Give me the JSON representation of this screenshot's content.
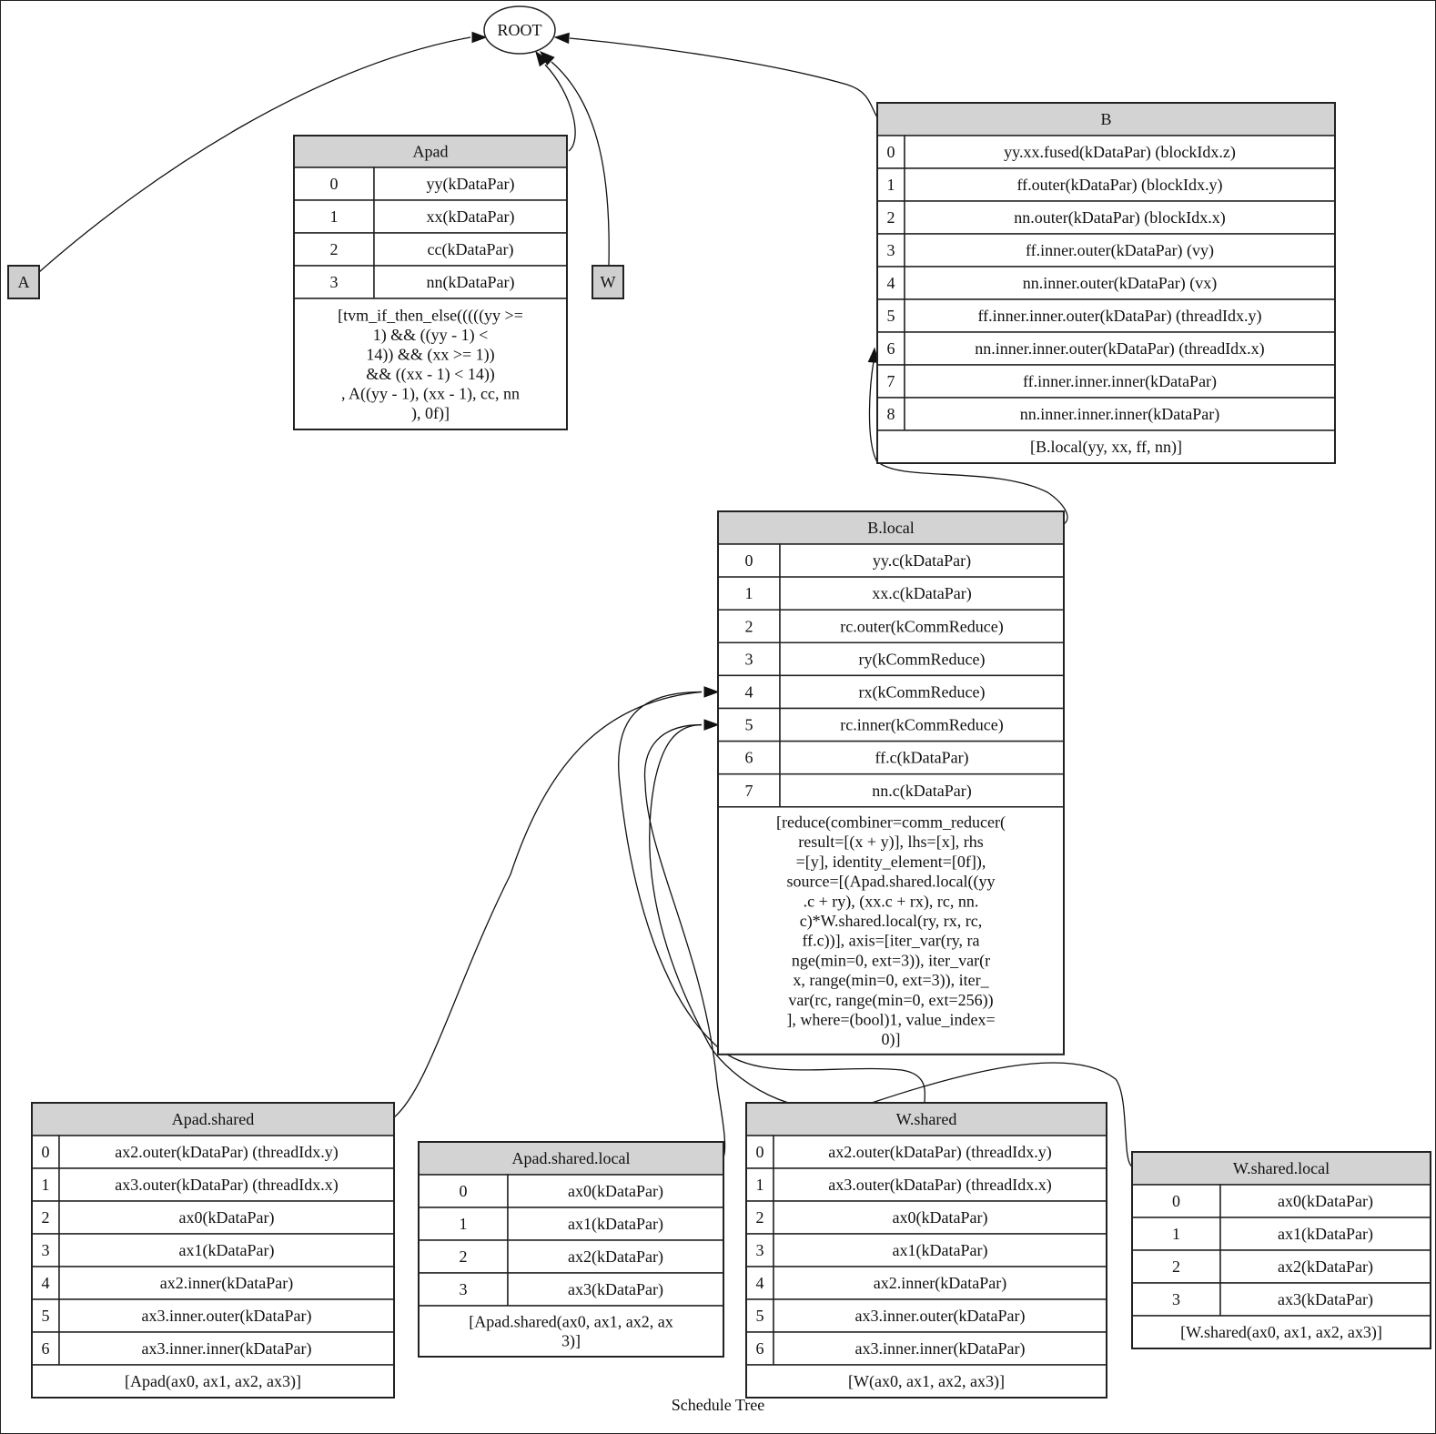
{
  "graph": {
    "caption": "Schedule Tree",
    "root_label": "ROOT",
    "leaves": [
      {
        "id": "A",
        "label": "A"
      },
      {
        "id": "W",
        "label": "W"
      }
    ],
    "stages": [
      {
        "id": "Apad",
        "title": "Apad",
        "rows": [
          {
            "idx": "0",
            "axis": "yy(kDataPar)"
          },
          {
            "idx": "1",
            "axis": "xx(kDataPar)"
          },
          {
            "idx": "2",
            "axis": "cc(kDataPar)"
          },
          {
            "idx": "3",
            "axis": "nn(kDataPar)"
          }
        ],
        "body": [
          "[tvm_if_then_else(((((yy >=",
          "1) && ((yy - 1) <",
          "14)) && (xx >= 1))",
          "&& ((xx - 1) < 14))",
          ", A((yy - 1), (xx - 1), cc, nn",
          "), 0f)]"
        ]
      },
      {
        "id": "B",
        "title": "B",
        "rows": [
          {
            "idx": "0",
            "axis": "yy.xx.fused(kDataPar) (blockIdx.z)"
          },
          {
            "idx": "1",
            "axis": "ff.outer(kDataPar) (blockIdx.y)"
          },
          {
            "idx": "2",
            "axis": "nn.outer(kDataPar) (blockIdx.x)"
          },
          {
            "idx": "3",
            "axis": "ff.inner.outer(kDataPar) (vy)"
          },
          {
            "idx": "4",
            "axis": "nn.inner.outer(kDataPar) (vx)"
          },
          {
            "idx": "5",
            "axis": "ff.inner.inner.outer(kDataPar) (threadIdx.y)"
          },
          {
            "idx": "6",
            "axis": "nn.inner.inner.outer(kDataPar) (threadIdx.x)"
          },
          {
            "idx": "7",
            "axis": "ff.inner.inner.inner(kDataPar)"
          },
          {
            "idx": "8",
            "axis": "nn.inner.inner.inner(kDataPar)"
          }
        ],
        "body": [
          "[B.local(yy, xx, ff, nn)]"
        ]
      },
      {
        "id": "Blocal",
        "title": "B.local",
        "rows": [
          {
            "idx": "0",
            "axis": "yy.c(kDataPar)"
          },
          {
            "idx": "1",
            "axis": "xx.c(kDataPar)"
          },
          {
            "idx": "2",
            "axis": "rc.outer(kCommReduce)"
          },
          {
            "idx": "3",
            "axis": "ry(kCommReduce)"
          },
          {
            "idx": "4",
            "axis": "rx(kCommReduce)"
          },
          {
            "idx": "5",
            "axis": "rc.inner(kCommReduce)"
          },
          {
            "idx": "6",
            "axis": "ff.c(kDataPar)"
          },
          {
            "idx": "7",
            "axis": "nn.c(kDataPar)"
          }
        ],
        "body": [
          "[reduce(combiner=comm_reducer(",
          "result=[(x + y)], lhs=[x], rhs",
          "=[y], identity_element=[0f]),",
          "source=[(Apad.shared.local((yy",
          ".c + ry), (xx.c + rx), rc, nn.",
          "c)*W.shared.local(ry, rx, rc,",
          "ff.c))], axis=[iter_var(ry, ra",
          "nge(min=0, ext=3)), iter_var(r",
          "x, range(min=0, ext=3)), iter_",
          "var(rc, range(min=0, ext=256))",
          "], where=(bool)1, value_index=",
          "0)]"
        ]
      },
      {
        "id": "Apadshared",
        "title": "Apad.shared",
        "rows": [
          {
            "idx": "0",
            "axis": "ax2.outer(kDataPar) (threadIdx.y)"
          },
          {
            "idx": "1",
            "axis": "ax3.outer(kDataPar) (threadIdx.x)"
          },
          {
            "idx": "2",
            "axis": "ax0(kDataPar)"
          },
          {
            "idx": "3",
            "axis": "ax1(kDataPar)"
          },
          {
            "idx": "4",
            "axis": "ax2.inner(kDataPar)"
          },
          {
            "idx": "5",
            "axis": "ax3.inner.outer(kDataPar)"
          },
          {
            "idx": "6",
            "axis": "ax3.inner.inner(kDataPar)"
          }
        ],
        "body": [
          "[Apad(ax0, ax1, ax2, ax3)]"
        ]
      },
      {
        "id": "Apadsharedlocal",
        "title": "Apad.shared.local",
        "rows": [
          {
            "idx": "0",
            "axis": "ax0(kDataPar)"
          },
          {
            "idx": "1",
            "axis": "ax1(kDataPar)"
          },
          {
            "idx": "2",
            "axis": "ax2(kDataPar)"
          },
          {
            "idx": "3",
            "axis": "ax3(kDataPar)"
          }
        ],
        "body": [
          "[Apad.shared(ax0, ax1, ax2, ax",
          "3)]"
        ]
      },
      {
        "id": "Wshared",
        "title": "W.shared",
        "rows": [
          {
            "idx": "0",
            "axis": "ax2.outer(kDataPar) (threadIdx.y)"
          },
          {
            "idx": "1",
            "axis": "ax3.outer(kDataPar) (threadIdx.x)"
          },
          {
            "idx": "2",
            "axis": "ax0(kDataPar)"
          },
          {
            "idx": "3",
            "axis": "ax1(kDataPar)"
          },
          {
            "idx": "4",
            "axis": "ax2.inner(kDataPar)"
          },
          {
            "idx": "5",
            "axis": "ax3.inner.outer(kDataPar)"
          },
          {
            "idx": "6",
            "axis": "ax3.inner.inner(kDataPar)"
          }
        ],
        "body": [
          "[W(ax0, ax1, ax2, ax3)]"
        ]
      },
      {
        "id": "Wsharedlocal",
        "title": "W.shared.local",
        "rows": [
          {
            "idx": "0",
            "axis": "ax0(kDataPar)"
          },
          {
            "idx": "1",
            "axis": "ax1(kDataPar)"
          },
          {
            "idx": "2",
            "axis": "ax2(kDataPar)"
          },
          {
            "idx": "3",
            "axis": "ax3(kDataPar)"
          }
        ],
        "body": [
          "[W.shared(ax0, ax1, ax2, ax3)]"
        ]
      }
    ],
    "edges": [
      {
        "from": "A",
        "to": "ROOT"
      },
      {
        "from": "Apad",
        "to": "ROOT"
      },
      {
        "from": "W",
        "to": "ROOT"
      },
      {
        "from": "B",
        "to": "ROOT"
      },
      {
        "from": "Blocal",
        "to": "B.6"
      },
      {
        "from": "Apadshared",
        "to": "Blocal.4"
      },
      {
        "from": "Apadsharedlocal",
        "to": "Blocal.5"
      },
      {
        "from": "Wshared",
        "to": "Blocal.4"
      },
      {
        "from": "Wsharedlocal",
        "to": "Blocal.5"
      }
    ]
  }
}
